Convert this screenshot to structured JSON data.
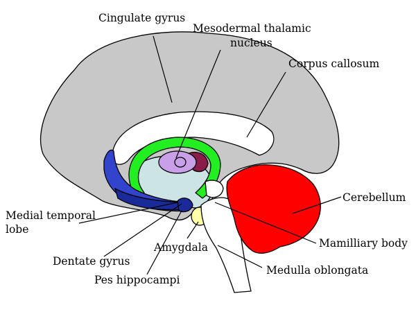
{
  "colors": {
    "cortex": "#c8c8c8",
    "white_matter": "#ffffff",
    "cingulum": "#22ee22",
    "thalamus": "#c9a0e8",
    "thalamus_dark": "#8a1c4a",
    "medial_temporal": "#3344cc",
    "dentate": "#1a2a99",
    "ventricle": "#cce4e4",
    "amygdala": "#ffffaa",
    "cerebellum": "#ff0000",
    "outline": "#000000"
  },
  "labels": {
    "cingulate_gyrus": "Cingulate gyrus",
    "mesodermal_line1": "Mesodermal thalamic",
    "mesodermal_line2": "nucleus",
    "corpus_callosum": "Corpus callosum",
    "cerebellum": "Cerebellum",
    "medial_temporal_line1": "Medial temporal",
    "medial_temporal_line2": "lobe",
    "mamilliary_body": "Mamilliary body",
    "dentate_gyrus": "Dentate gyrus",
    "amygdala": "Amygdala",
    "medulla_oblongata": "Medulla oblongata",
    "pes_hippocampi": "Pes hippocampi"
  }
}
